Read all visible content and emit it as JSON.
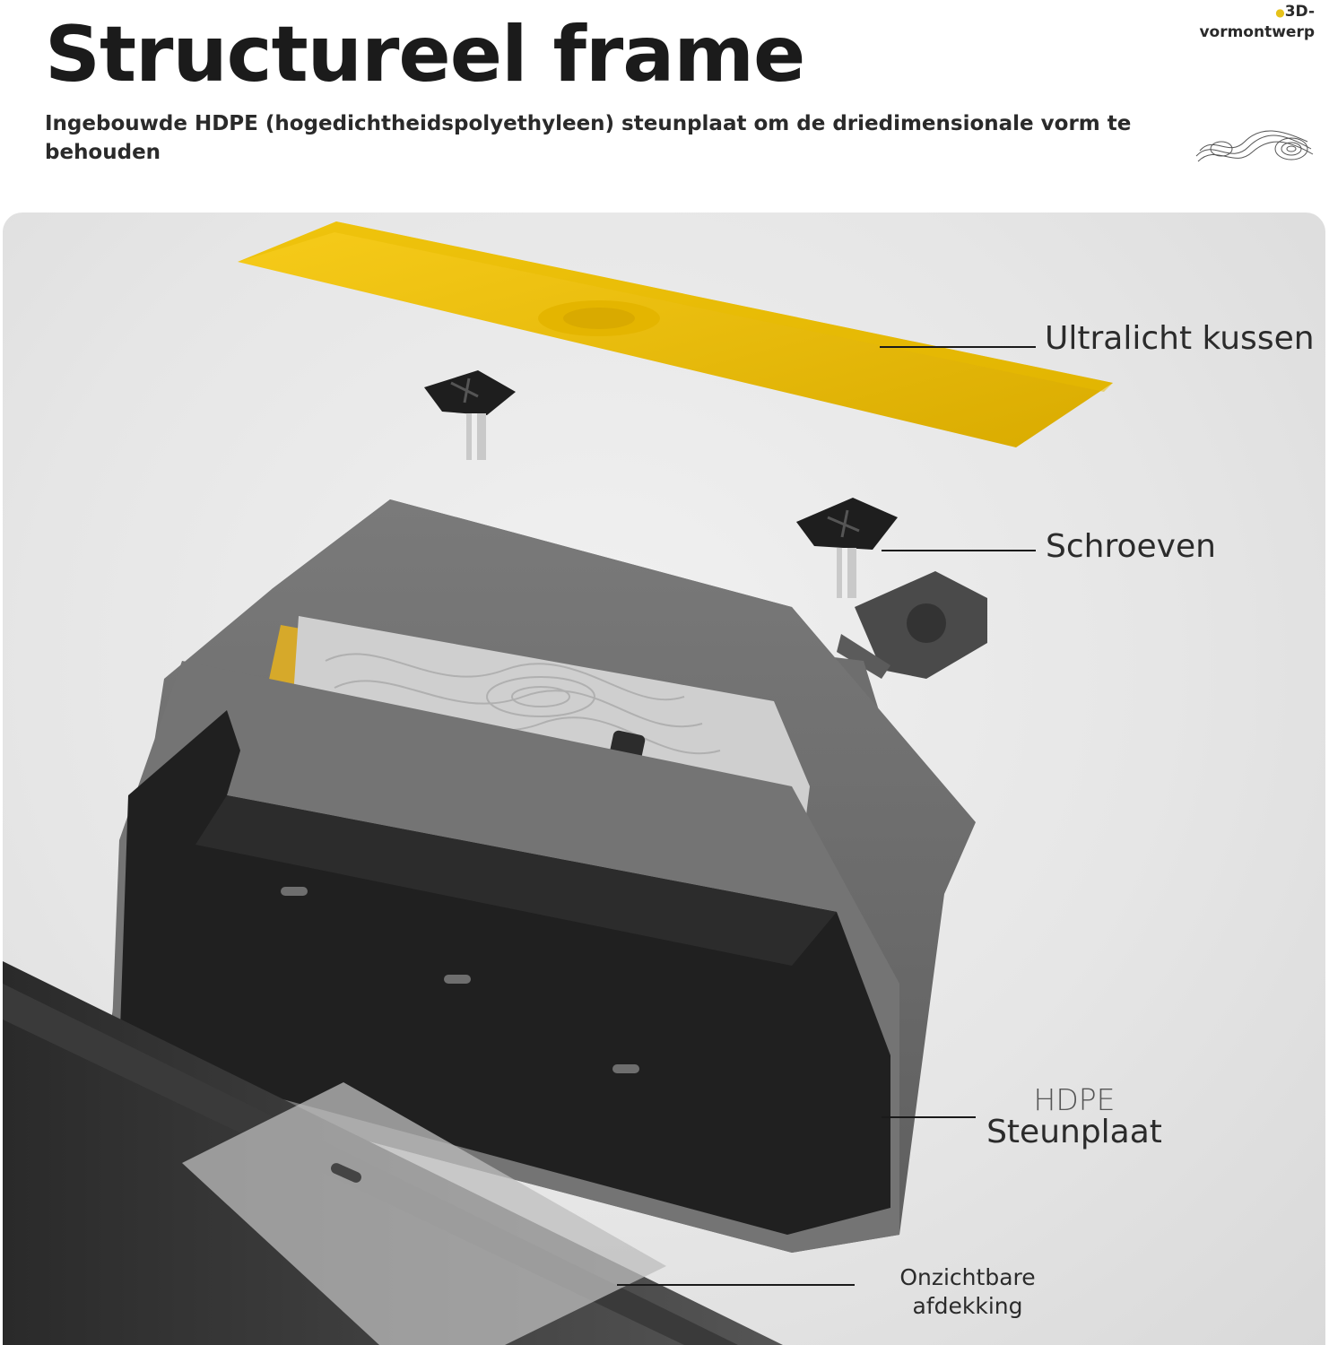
{
  "header": {
    "title": "Structureel frame",
    "subtitle": "Ingebouwde HDPE (hogedichtheidspolyethyleen) steunplaat om de driedimensionale vorm te behouden"
  },
  "badge": {
    "line1": "3D-",
    "line2": "vormontwerp",
    "icon": "topographic-lines-icon"
  },
  "callouts": {
    "cushion": "Ultralicht kussen",
    "screws": "Schroeven",
    "plate_line1": "HDPE",
    "plate_line2": "Steunplaat",
    "cover_line1": "Onzichtbare",
    "cover_line2": "afdekking"
  },
  "colors": {
    "cushion_yellow": "#f2c200",
    "frame_gray": "#6b6b6b",
    "plate_black": "#1f1f1f",
    "background_light": "#e8e8e8",
    "title_text": "#1b1b1b"
  }
}
